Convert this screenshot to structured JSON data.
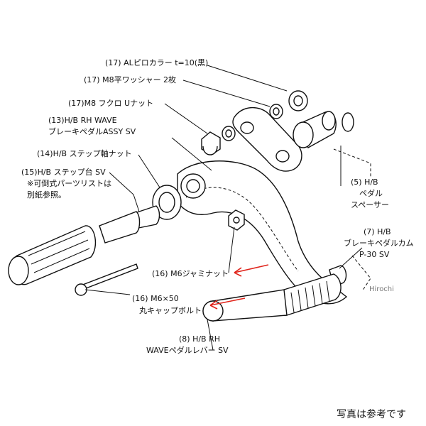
{
  "labels": {
    "al_collar": "(17) ALピロカラー t=10(黒)",
    "m8_washer": "(17) M8平ワッシャー 2枚",
    "m8_nut": "(17)M8 フクロ Uナット",
    "brake_pedal_line1": "(13)H/B RH  WAVE",
    "brake_pedal_line2": "ブレーキペダルASSY SV",
    "step_shaft_nut": "(14)H/B ステップ軸ナット",
    "step_base_line1": "(15)H/B ステップ台 SV",
    "step_base_line2": "※可倒式パーツリストは",
    "step_base_line3": "別紙参照。",
    "spacer_line1": "(5) H/B",
    "spacer_line2": "ペダル",
    "spacer_line3": "スペーサー",
    "cam_line1": "(7) H/B",
    "cam_line2": "ブレーキペダルカム",
    "cam_line3": "P-30 SV",
    "m6_jam_nut": "(16) M6ジャミナット",
    "m6_bolt_line1": "(16) M6×50",
    "m6_bolt_line2": "丸キャップボルト",
    "pedal_lever_line1": "(8) H/B RH",
    "pedal_lever_line2": "WAVEペダルレバー SV"
  },
  "watermark": "Hirochi",
  "footer_note": "写真は参考です",
  "colors": {
    "arrow": "#e0241b",
    "line": "#111111"
  }
}
